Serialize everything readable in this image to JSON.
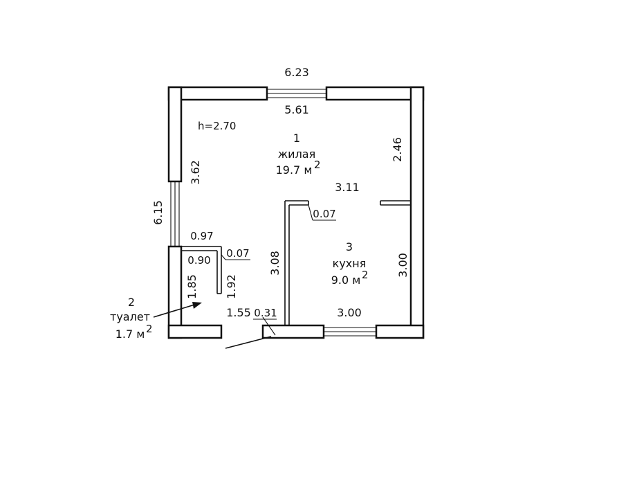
{
  "height_label": "h=2.70",
  "dimensions": {
    "outer_width": "6.23",
    "inner_width": "5.61",
    "outer_depth": "6.15",
    "living_left": "3.62",
    "living_right": "2.46",
    "partition_top": "3.11",
    "partition_stub": "0.07",
    "toilet_top": "0.97",
    "toilet_inner": "0.90",
    "toilet_stub": "0.07",
    "toilet_left": "1.85",
    "toilet_right": "1.92",
    "corridor_wall": "3.08",
    "kitchen_right": "3.00",
    "kitchen_bottom": "3.00",
    "entrance_width": "1.55",
    "entrance_stub": "0.31"
  },
  "rooms": [
    {
      "number": "1",
      "name": "жилая",
      "area": "19.7 м",
      "sup": "2"
    },
    {
      "number": "2",
      "name": "туалет",
      "area": "1.7 м",
      "sup": "2"
    },
    {
      "number": "3",
      "name": "кухня",
      "area": "9.0 м",
      "sup": "2"
    }
  ]
}
